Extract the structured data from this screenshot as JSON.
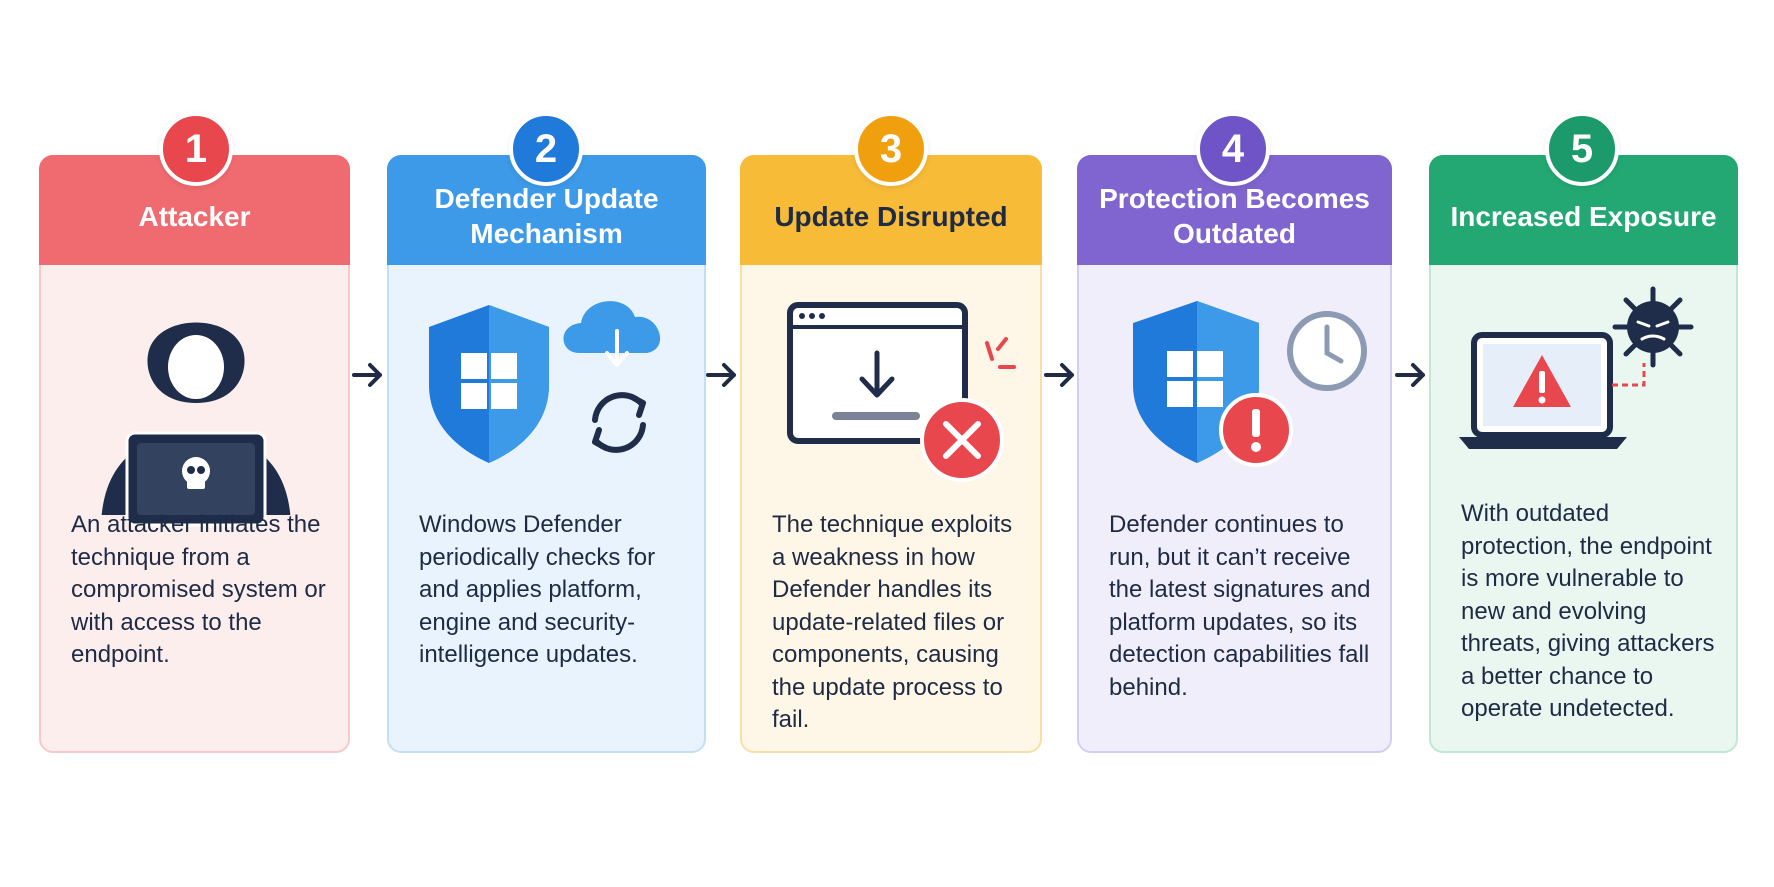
{
  "steps": [
    {
      "number": "1",
      "title": "Attacker",
      "body": "An attacker initiates the technique from a compromised system or with access to the endpoint.",
      "color": "#e8474e",
      "header_bg": "#f06b6f",
      "card_bg": "#fdeeee",
      "border": "#f7c9c9"
    },
    {
      "number": "2",
      "title": "Defender Update Mechanism",
      "body": "Windows Defender periodically checks for and applies platform, engine and security-intelligence updates.",
      "color": "#1f7ad9",
      "header_bg": "#3c9ae8",
      "card_bg": "#e8f3fd",
      "border": "#c3dff7"
    },
    {
      "number": "3",
      "title": "Update Disrupted",
      "body": "The technique exploits a weakness in how Defender handles its update-related files or components, causing the update process to fail.",
      "color": "#f0a00e",
      "header_bg": "#f7bb38",
      "card_bg": "#fef6e6",
      "border": "#f8dfaa"
    },
    {
      "number": "4",
      "title": "Protection Becomes Outdated",
      "body": "Defender continues to run, but it can’t receive the latest signatures and platform updates, so its detection capabilities fall behind.",
      "color": "#6e54c6",
      "header_bg": "#8064cf",
      "card_bg": "#f1eefb",
      "border": "#d5cdf1"
    },
    {
      "number": "5",
      "title": "Increased Exposure",
      "body": "With outdated protection, the endpoint is more vulnerable to new and evolving threats, giving attackers a better chance to operate undetected.",
      "color": "#1c9a6b",
      "header_bg": "#23a873",
      "card_bg": "#e9f7f0",
      "border": "#bfe8d5"
    }
  ],
  "icons": {
    "step1": [
      "hooded-hacker-icon",
      "laptop-icon",
      "skull-icon"
    ],
    "step2": [
      "windows-shield-icon",
      "cloud-download-icon",
      "sync-icon"
    ],
    "step3": [
      "browser-download-icon",
      "error-x-icon",
      "crack-spark-icon"
    ],
    "step4": [
      "windows-shield-icon",
      "clock-icon",
      "warning-exclamation-icon"
    ],
    "step5": [
      "laptop-warning-icon",
      "malware-virus-icon"
    ]
  },
  "arrow_color": "#1f2a44"
}
